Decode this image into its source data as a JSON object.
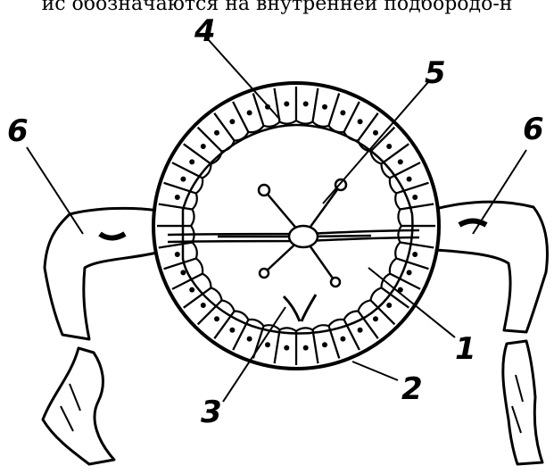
{
  "caption_fragment": "ис обозначаются на внутренней подбородо-н",
  "labels": {
    "l1": "1",
    "l2": "2",
    "l3": "3",
    "l4": "4",
    "l5": "5",
    "l6_left": "6",
    "l6_right": "6"
  },
  "colors": {
    "ink": "#000000",
    "paper": "#ffffff"
  }
}
